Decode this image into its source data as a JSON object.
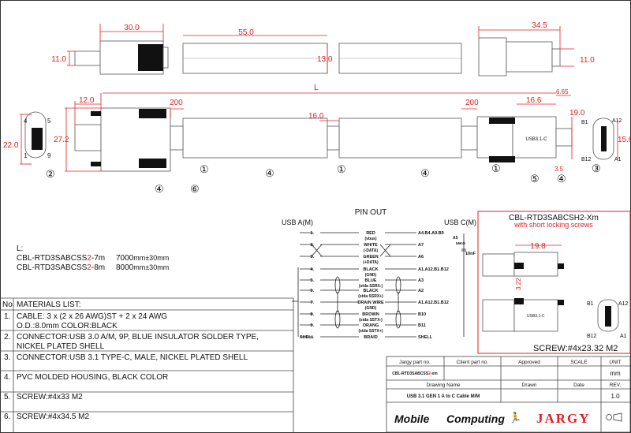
{
  "dimensions": {
    "top_plug_a_length": "30.0",
    "top_plug_a_height": "11.0",
    "top_cable_length": "55.0",
    "top_cable_height": "13.0",
    "top_plug_c_length": "34.5",
    "top_plug_c_height": "11.0",
    "overall_length": "L",
    "plug_a_tongue": "12.0",
    "plug_a_face_height": "22.0",
    "plug_a_body_height": "27.2",
    "strain_a": "200",
    "mid_gap": "16.0",
    "strain_c": "200",
    "plug_c_body": "16.6",
    "plug_c_tip": "6.65",
    "plug_c_height": "19.0",
    "plug_c_screw": "3.5",
    "plug_c_face_height": "15.0"
  },
  "pin_labels_a": [
    "4",
    "5",
    "1",
    "9"
  ],
  "pin_labels_c": [
    "B1",
    "A12",
    "B12",
    "A1"
  ],
  "callouts": [
    "①",
    "②",
    "③",
    "④",
    "⑤",
    "⑥"
  ],
  "length_info": {
    "label": "L:",
    "rows": [
      {
        "part_prefix": "CBL-RTD3SABCSS",
        "part_red": "2",
        "part_suffix": "-7m",
        "length": "7000",
        "tol": "mm±30mm"
      },
      {
        "part_prefix": "CBL-RTD3SABCSS",
        "part_red": "2",
        "part_suffix": "-8m",
        "length": "8000",
        "tol": "mm±30mm"
      }
    ]
  },
  "materials": {
    "no_header": "No",
    "header": "MATERIALS LIST:",
    "items": [
      {
        "no": "1.",
        "lines": [
          "CABLE: 3 x (2 x 26 AWG)ST + 2 x 24 AWG",
          "O.D.:8.0mm COLOR:BLACK"
        ]
      },
      {
        "no": "2.",
        "lines": [
          "CONNECTOR:USB 3.0 A/M, 9P, BLUE INSULATOR SOLDER TYPE,",
          "NICKEL PLATED SHELL"
        ]
      },
      {
        "no": "3.",
        "lines": [
          "CONNECTOR:USB 3.1 TYPE-C, MALE, NICKEL PLATED SHELL"
        ]
      },
      {
        "no": "4.",
        "lines": [
          "PVC MOLDED HOUSING, BLACK COLOR"
        ]
      },
      {
        "no": "5.",
        "lines": [
          "SCREW:#4x33 M2"
        ]
      },
      {
        "no": "6.",
        "lines": [
          "SCREW:#4x34.5 M2"
        ]
      }
    ]
  },
  "pinout": {
    "title": "PIN OUT",
    "left_header": "USB A(M)",
    "right_header": "USB C(M)",
    "rows": [
      {
        "a": "1.",
        "wire": "RED",
        "sub": "(vbus)",
        "c": "A4.B4.A9.B9"
      },
      {
        "a": "2.",
        "wire": "WHITE",
        "sub": "(-DATA)",
        "c": "A7"
      },
      {
        "a": "3.",
        "wire": "GREEN",
        "sub": "(+DATA)",
        "c": "A6"
      },
      {
        "a": "4.",
        "wire": "BLACK",
        "sub": "(GND)",
        "c": "A1.A12.B1.B12"
      },
      {
        "a": "5.",
        "wire": "BLUE",
        "sub": "(stda SSRX-)",
        "c": "A3"
      },
      {
        "a": "6.",
        "wire": "BLACK",
        "sub": "(stda SSRX+)",
        "c": "A2"
      },
      {
        "a": "7.",
        "wire": "DRAIN WIRE",
        "sub": "(GND)",
        "c": "A1.A12.B1.B12"
      },
      {
        "a": "8.",
        "wire": "BROWN",
        "sub": "(stda SSTX-)",
        "c": "B10"
      },
      {
        "a": "9.",
        "wire": "ORANG",
        "sub": "(stda SSTX+)",
        "c": "B11"
      },
      {
        "a": "SHELL",
        "wire": "BRAID",
        "sub": "",
        "c": "SHELL"
      }
    ],
    "resistor_pin": "A5",
    "resistor_value": "56KΩ",
    "capacitor_value": "10nF"
  },
  "variant": {
    "part": "CBL-RTD3SABCSH2-Xm",
    "note": "with short locking screws",
    "length": "19.8",
    "screw_dim": "3.22",
    "pins": [
      "B1",
      "A12",
      "B12",
      "A1"
    ],
    "screw": "SCREW:#4x23.32 M2"
  },
  "title_block": {
    "headers": [
      "Jargy part no.",
      "Client part no.",
      "Approved",
      "SCALE",
      "UNIT"
    ],
    "part_prefix": "CBL-RTD3SABCSS",
    "part_red": "2",
    "part_suffix": "-xm",
    "unit": "mm",
    "headers2": [
      "Drawing Name",
      "Drawn",
      "Date",
      "REV."
    ],
    "drawing_name": "USB 3.1 GEN 1 A to C Cable M/M",
    "rev": "1.0",
    "logo_mobile": "Mobile",
    "logo_computing": "Computing",
    "logo_jargy": "JARGY"
  },
  "colors": {
    "dimension": "#e02020",
    "line": "#222222"
  }
}
